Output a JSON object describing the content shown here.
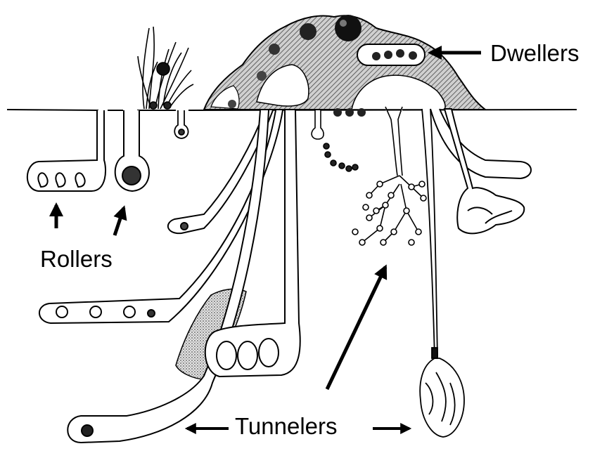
{
  "labels": {
    "dwellers": "Dwellers",
    "rollers": "Rollers",
    "tunnelers": "Tunnelers"
  },
  "colors": {
    "ink": "#000000",
    "paper": "#ffffff",
    "dung_hatch": "#8c8c8c",
    "soil_stipple": "#9a9a9a"
  }
}
